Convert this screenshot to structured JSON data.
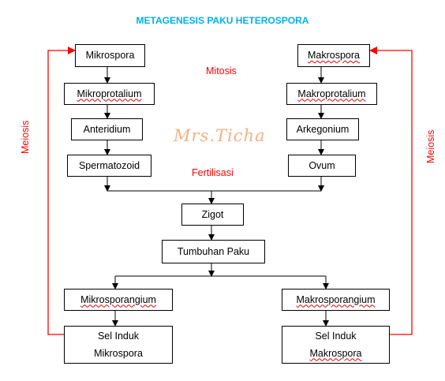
{
  "title": "METAGENESIS PAKU HETEROSPORA",
  "watermark": "Mrs.Ticha",
  "labels": {
    "mitosis": "Mitosis",
    "fertilisasi": "Fertilisasi",
    "meiosis_left": "Meiosis",
    "meiosis_right": "Meiosis"
  },
  "nodes": {
    "mikrospora": "Mikrospora",
    "mikroprotalium": "Mikroprotalium",
    "anteridium": "Anteridium",
    "spermatozoid": "Spermatozoid",
    "makrospora": "Makrospora",
    "makroprotalium": "Makroprotalium",
    "arkegonium": "Arkegonium",
    "ovum": "Ovum",
    "zigot": "Zigot",
    "tumbuhan_paku": "Tumbuhan Paku",
    "mikrosporangium": "Mikrosporangium",
    "makrosporangium": "Makrosporangium",
    "sel_induk_mikro_line1": "Sel Induk",
    "sel_induk_mikro_line2": "Mikrospora",
    "sel_induk_makro_line1": "Sel Induk",
    "sel_induk_makro_line2": "Makrospora"
  },
  "colors": {
    "title": "#00b0f0",
    "cycle_lines": "#ff0000",
    "watermark": "#f4b183"
  }
}
